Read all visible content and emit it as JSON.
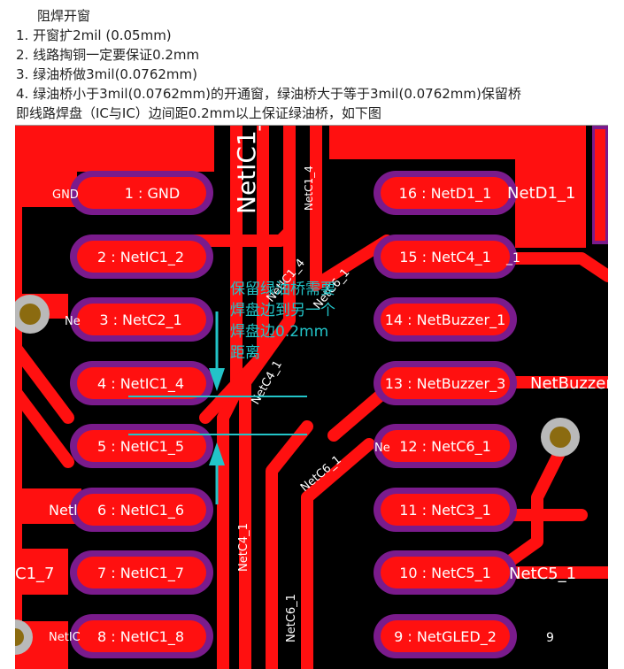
{
  "notes": {
    "title": "阻焊开窗",
    "lines": [
      "1. 开窗扩2mil (0.05mm)",
      "2. 线路掏铜一定要保证0.2mm",
      "3. 绿油桥做3mil(0.0762mm)",
      "4. 绿油桥小于3mil(0.0762mm)的开通窗，绿油桥大于等于3mil(0.0762mm)保留桥",
      "即线路焊盘（IC与IC）边间距0.2mm以上保证绿油桥，如下图"
    ]
  },
  "pcb": {
    "left_pads": [
      "1 : GND",
      "2 : NetIC1_2",
      "3 : NetC2_1",
      "4 : NetIC1_4",
      "5 : NetIC1_5",
      "6 : NetIC1_6",
      "7 : NetIC1_7",
      "8 : NetIC1_8"
    ],
    "right_pads": [
      "16 : NetD1_1",
      "15 : NetC4_1",
      "14 : NetBuzzer_1",
      "13 : NetBuzzer_3",
      "12 : NetC6_1",
      "11 : NetC3_1",
      "10 : NetC5_1",
      "9 : NetGLED_2"
    ],
    "net_labels": {
      "gnd_left": "GND",
      "netic1_vertical": "NetIC1_",
      "netc1_4_vertical": "NetC1_4",
      "netic1_4_diag": "NetIC1_4",
      "netc6_1_diag_upper": "NetC6_1",
      "netc4_1_diag": "NetC4_1",
      "netc6_1_diag_lower": "NetC6_1",
      "netc4_1_vertical": "NetC4_1",
      "netc6_1_vertical": "NetC6_1",
      "netd1_1_right": "NetD1_1",
      "netbuzzer_right": "NetBuzzer",
      "netc5_1_right": "NetC5_1",
      "c1_7_left": "C1_7",
      "netl_left": "Netl",
      "ne_left": "Ne",
      "neti_left": "NetIC",
      "ne_mid": "Ne",
      "suffix_1": "_1",
      "digit_9": "9"
    },
    "annotation": {
      "lines": [
        "保留绿油桥需要",
        "焊盘边到另一个",
        "焊盘边0.2mm",
        "距离"
      ],
      "color": "#22c4c8"
    },
    "colors": {
      "copper": "#ff1010",
      "mask": "#7a1b8c",
      "board": "#000000",
      "via_ring": "#b9b9b9",
      "via_center": "#8b6b10"
    }
  }
}
